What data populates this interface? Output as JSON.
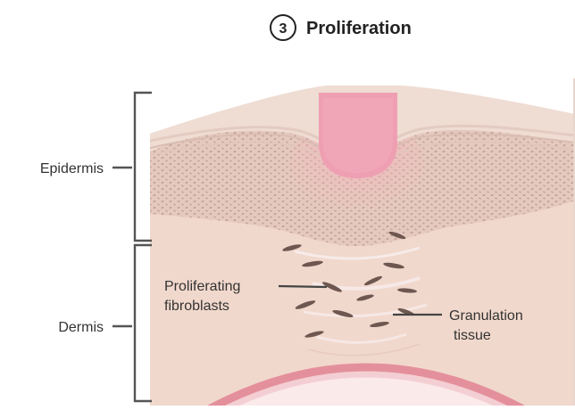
{
  "title": {
    "step_number": "3",
    "label": "Proliferation"
  },
  "layers": {
    "epidermis": "Epidermis",
    "dermis": "Dermis"
  },
  "annotations": {
    "fibroblasts_line1": "Proliferating",
    "fibroblasts_line2": "fibroblasts",
    "granulation_line1": "Granulation",
    "granulation_line2": "tissue"
  },
  "colors": {
    "dermis": "#f1d8cc",
    "epidermis": "#e5c8bd",
    "scab": "#ef9fb2",
    "vessel": "#e4909c",
    "fibroblast": "#6e5750",
    "text": "#333333"
  }
}
